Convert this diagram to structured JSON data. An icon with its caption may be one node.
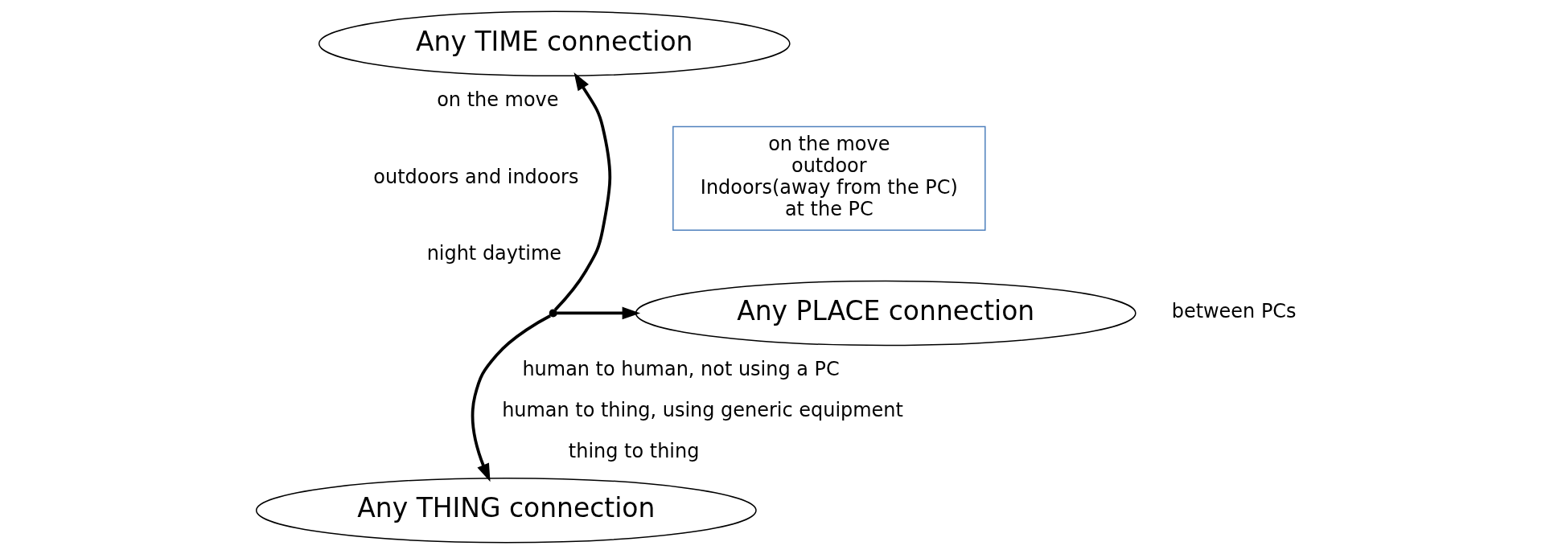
{
  "diagram": {
    "nodes": [
      {
        "text": [
          "Any TIME connection"
        ]
      },
      {
        "text": [
          "on the move",
          "outdoor",
          "Indoors(away from the PC)",
          "at the PC"
        ]
      },
      {
        "text": [
          "Any PLACE connection"
        ]
      },
      {
        "text": [
          "Any THING connection"
        ]
      },
      {
        "text": [],
        "shape": "point"
      }
    ],
    "edges": [
      {
        "from": 4,
        "to": 0,
        "arrow": "to"
      },
      {
        "from": 4,
        "to": 2,
        "arrow": "to"
      },
      {
        "from": 4,
        "to": 3,
        "arrow": "to"
      }
    ],
    "labels": [
      "on the move",
      "outdoors and indoors",
      "night daytime",
      "between PCs",
      "human to human, not using a PC",
      "human to thing, using generic equipment",
      "thing to thing"
    ]
  }
}
